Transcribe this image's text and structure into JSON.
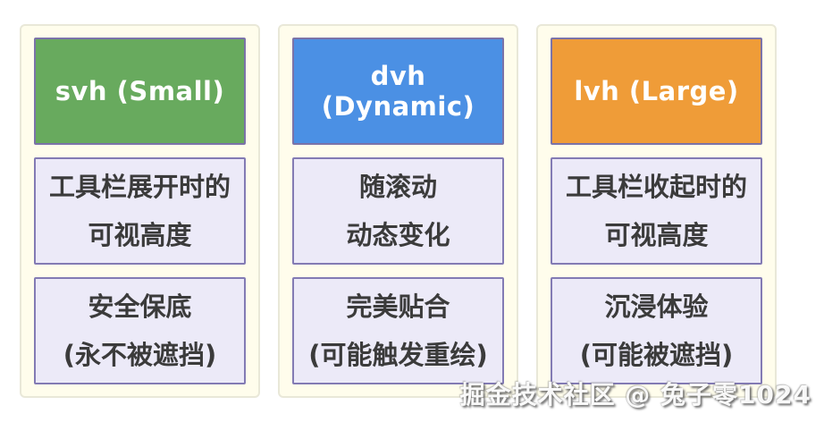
{
  "page": {
    "background_color": "#ffffff",
    "card_background": "#fffdec",
    "card_border_color": "#e9e8d8",
    "desc_box_background": "#eceaf8",
    "desc_box_border_color": "#837bb4",
    "header_border_color": "#7b73a8",
    "body_text_color": "#3b3b3b"
  },
  "columns": [
    {
      "id": "svh",
      "header": {
        "label": "svh (Small)",
        "color": "#68aa5e"
      },
      "boxes": [
        {
          "lines": [
            "工具栏展开时的",
            "可视高度"
          ]
        },
        {
          "lines": [
            "安全保底",
            "(永不被遮挡)"
          ]
        }
      ]
    },
    {
      "id": "dvh",
      "header": {
        "label": "dvh (Dynamic)",
        "color": "#4b90e4"
      },
      "boxes": [
        {
          "lines": [
            "随滚动",
            "动态变化"
          ]
        },
        {
          "lines": [
            "完美贴合",
            "(可能触发重绘)"
          ]
        }
      ]
    },
    {
      "id": "lvh",
      "header": {
        "label": "lvh (Large)",
        "color": "#ef9c38"
      },
      "boxes": [
        {
          "lines": [
            "工具栏收起时的",
            "可视高度"
          ]
        },
        {
          "lines": [
            "沉浸体验",
            "(可能被遮挡)"
          ]
        }
      ]
    }
  ],
  "watermark": {
    "text": "掘金技术社区 @ 兔子零1024"
  }
}
